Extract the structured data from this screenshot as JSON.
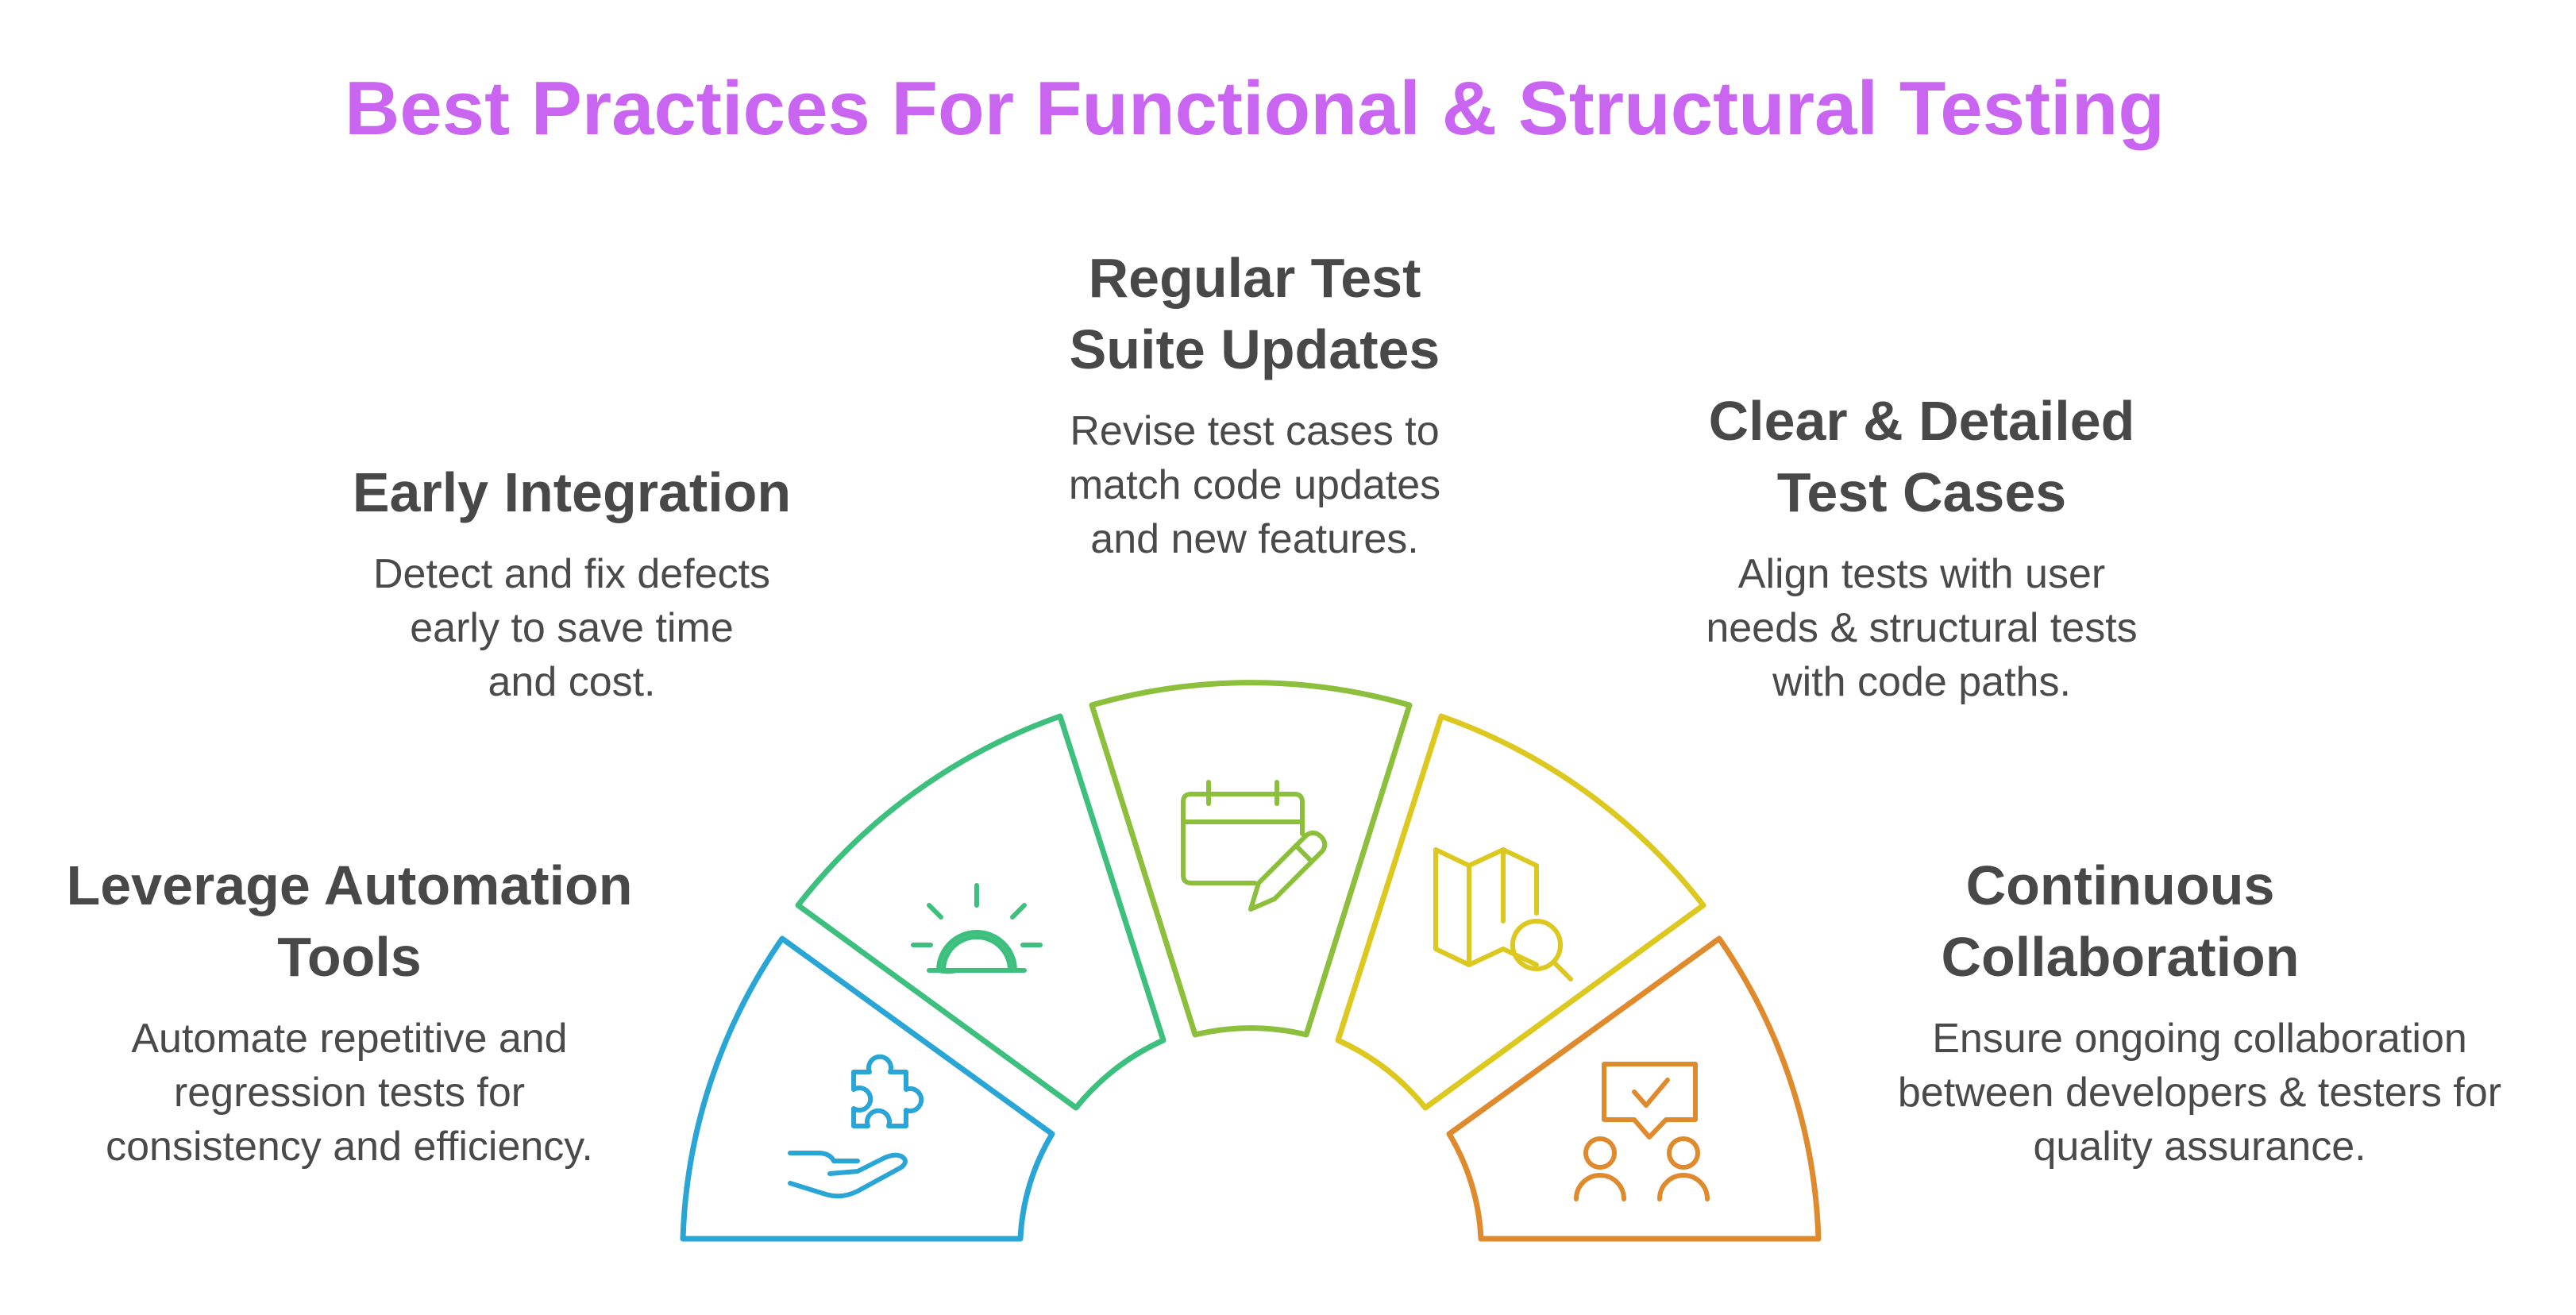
{
  "title": "Best Practices For Functional & Structural Testing",
  "colors": {
    "title": "#c965f0",
    "text": "#484848",
    "seg_automation": "#2aa6d6",
    "seg_integration": "#3dbf7e",
    "seg_updates": "#8cbf3c",
    "seg_testcases": "#dcc81f",
    "seg_collaboration": "#e08a2e"
  },
  "items": [
    {
      "heading": [
        "Leverage Automation",
        "Tools"
      ],
      "description": [
        "Automate repetitive and",
        "regression tests for",
        "consistency and efficiency."
      ],
      "icon": "hand-puzzle-icon"
    },
    {
      "heading": [
        "Early Integration"
      ],
      "description": [
        "Detect and fix defects",
        "early to save time",
        "and cost."
      ],
      "icon": "sunrise-icon"
    },
    {
      "heading": [
        "Regular Test",
        "Suite Updates"
      ],
      "description": [
        "Revise test cases to",
        "match code updates",
        "and new features."
      ],
      "icon": "calendar-pencil-icon"
    },
    {
      "heading": [
        "Clear & Detailed",
        "Test Cases"
      ],
      "description": [
        "Align tests with user",
        "needs & structural tests",
        "with code paths."
      ],
      "icon": "map-search-icon"
    },
    {
      "heading": [
        "Continuous",
        "Collaboration"
      ],
      "description": [
        "Ensure ongoing collaboration",
        "between developers & testers for",
        "quality assurance."
      ],
      "icon": "team-checkmark-icon"
    }
  ]
}
